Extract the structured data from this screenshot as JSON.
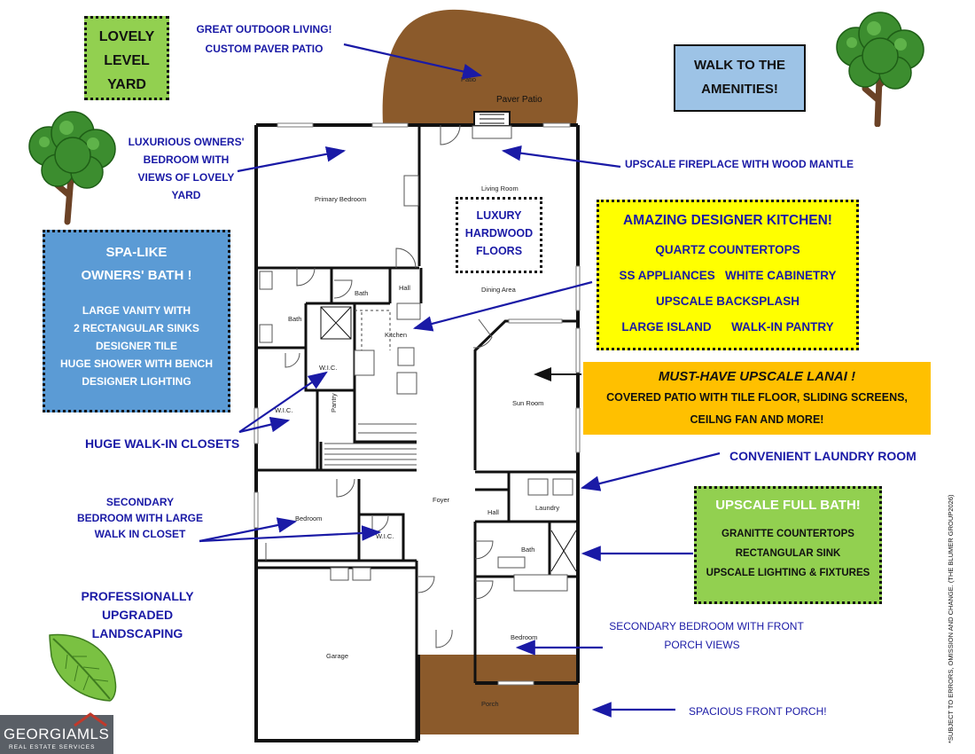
{
  "callouts": {
    "outdoor": [
      "GREAT OUTDOOR LIVING!",
      "CUSTOM PAVER PATIO"
    ],
    "owners_bedroom": [
      "LUXURIOUS OWNERS'",
      "BEDROOM WITH",
      "VIEWS OF LOVELY",
      "YARD"
    ],
    "fireplace": "UPSCALE FIREPLACE WITH WOOD MANTLE",
    "closets": "HUGE WALK-IN CLOSETS",
    "laundry": "CONVENIENT LAUNDRY ROOM",
    "secondary_bedroom": [
      "SECONDARY",
      "BEDROOM WITH LARGE",
      "WALK IN CLOSET"
    ],
    "landscaping": [
      "PROFESSIONALLY",
      "UPGRADED",
      "LANDSCAPING"
    ],
    "front_bedroom": [
      "SECONDARY BEDROOM WITH FRONT",
      "PORCH VIEWS"
    ],
    "porch": "SPACIOUS FRONT PORCH!"
  },
  "boxes": {
    "yard": [
      "LOVELY",
      "LEVEL",
      "YARD"
    ],
    "amenities": [
      "WALK TO THE",
      "AMENITIES!"
    ],
    "flooring": [
      "LUXURY",
      "HARDWOOD",
      "FLOORS"
    ],
    "spa_bath": {
      "title": [
        "SPA-LIKE",
        "OWNERS' BATH !"
      ],
      "items": [
        "LARGE VANITY WITH",
        "2 RECTANGULAR SINKS",
        "DESIGNER TILE",
        "HUGE SHOWER WITH BENCH",
        "DESIGNER LIGHTING"
      ]
    },
    "kitchen": {
      "title": "AMAZING DESIGNER KITCHEN!",
      "items": [
        "QUARTZ COUNTERTOPS",
        "SS APPLIANCES   WHITE CABINETRY",
        "UPSCALE BACKSPLASH",
        "LARGE ISLAND      WALK-IN PANTRY"
      ]
    },
    "lanai": {
      "title": "MUST-HAVE UPSCALE LANAI !",
      "items": [
        "COVERED PATIO WITH TILE FLOOR, SLIDING SCREENS,",
        "CEILNG FAN AND MORE!"
      ]
    },
    "full_bath": {
      "title": "UPSCALE FULL BATH!",
      "items": [
        "GRANITTE COUNTERTOPS",
        "RECTANGULAR SINK",
        "UPSCALE LIGHTING & FIXTURES"
      ]
    }
  },
  "rooms": {
    "patio": "Patio",
    "paver_patio": "Paver Patio",
    "primary_bedroom": "Primary Bedroom",
    "living_room": "Living Room",
    "bath_owner": "Bath",
    "bath_hall": "Bath",
    "hall": "Hall",
    "dining": "Dining Area",
    "kitchen": "Kitchen",
    "wic1": "W.I.C.",
    "wic2": "W.I.C.",
    "wic3": "W.I.C.",
    "pantry": "Pantry",
    "sun_room": "Sun Room",
    "foyer": "Foyer",
    "bedroom_left": "Bedroom",
    "hall2": "Hall",
    "laundry": "Laundry",
    "bath_full": "Bath",
    "bedroom_front": "Bedroom",
    "garage": "Garage",
    "porch": "Porch"
  },
  "logo": {
    "name": "GEORGIAMLS",
    "sub": "REAL ESTATE SERVICES"
  },
  "disclaimer": "*SUBJECT TO ERRORS, OMISSION AND CHANGE.  (THE BLUMER GROUP2026)",
  "colors": {
    "callout_text": "#1a1aa6",
    "green_box": "#92d050",
    "blue_box": "#5b9bd5",
    "light_blue_box": "#9dc3e6",
    "yellow_box": "#ffff00",
    "orange_box": "#ffc000",
    "patio_brown": "#8b5a2b"
  }
}
